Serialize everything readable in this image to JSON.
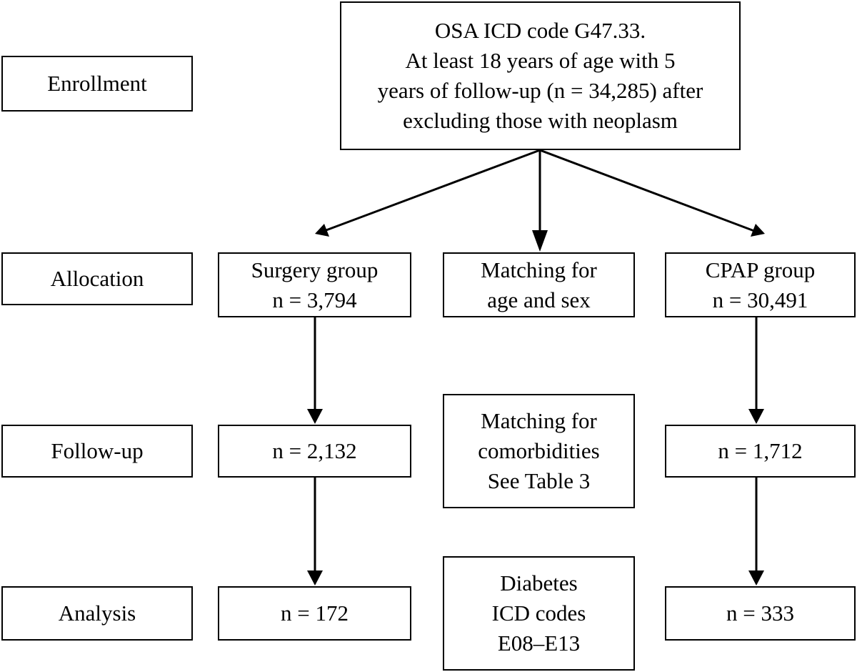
{
  "stages": {
    "enrollment": "Enrollment",
    "allocation": "Allocation",
    "follow_up": "Follow-up",
    "analysis": "Analysis"
  },
  "enrollment_box": {
    "lines": [
      "OSA ICD code G47.33.",
      "At least 18 years of age with 5",
      "years of follow-up (n = 34,285) after",
      "excluding those with neoplasm"
    ]
  },
  "surgery_group": {
    "allocation": [
      "Surgery group",
      "n = 3,794"
    ],
    "follow_up": "n = 2,132",
    "analysis": "n = 172"
  },
  "middle_column": {
    "allocation": [
      "Matching for",
      "age and sex"
    ],
    "follow_up": [
      "Matching for",
      "comorbidities",
      "See Table 3"
    ],
    "analysis": [
      "Diabetes",
      "ICD codes",
      "E08–E13"
    ]
  },
  "cpap_group": {
    "allocation": [
      "CPAP group",
      "n = 30,491"
    ],
    "follow_up": "n = 1,712",
    "analysis": "n = 333"
  }
}
